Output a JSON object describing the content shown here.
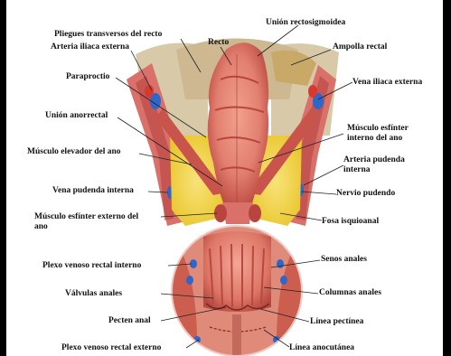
{
  "labels": {
    "union_rectosigmoidea": "Unión rectosigmoidea",
    "pliegues_transversos": "Pliegues transversos del recto",
    "arteria_iliaca_externa": "Arteria iliaca externa",
    "recto": "Recto",
    "ampolla_rectal": "Ampolla rectal",
    "paraproctio": "Paraproctio",
    "vena_iliaca_externa": "Vena iliaca externa",
    "union_anorrectal": "Unión anorrectal",
    "musculo_esfinter_interno_l1": "Músculo esfínter",
    "musculo_esfinter_interno_l2": "interno del ano",
    "musculo_elevador": "Músculo elevador del ano",
    "arteria_pudenda_l1": "Arteria pudenda",
    "arteria_pudenda_l2": "interna",
    "vena_pudenda_interna": "Vena pudenda interna",
    "nervio_pudendo": "Nervio pudendo",
    "musculo_esfinter_externo_l1": "Músculo esfínter externo del",
    "musculo_esfinter_externo_l2": "ano",
    "fosa_isquioanal": "Fosa isquioanal",
    "plexo_venoso_interno": "Plexo venoso rectal interno",
    "senos_anales": "Senos anales",
    "valvulas_anales": "Válvulas anales",
    "columnas_anales": "Columnas anales",
    "pecten_anal": "Pecten anal",
    "linea_pectinea": "Línea pectínea",
    "plexo_venoso_externo": "Plexo venoso rectal externo",
    "linea_anocutanea": "Línea anocutánea"
  },
  "colors": {
    "frame": "#000000",
    "fat": "#f2d640",
    "muscle": "#d9706a",
    "muscle_dark": "#b8433f",
    "rectum": "#e27f70",
    "rectum_dark": "#b9463e",
    "pelvis_bone": "#d8c9a8",
    "vein_blue": "#2f66c9",
    "artery_red": "#d63a2f",
    "leader": "#222222"
  }
}
